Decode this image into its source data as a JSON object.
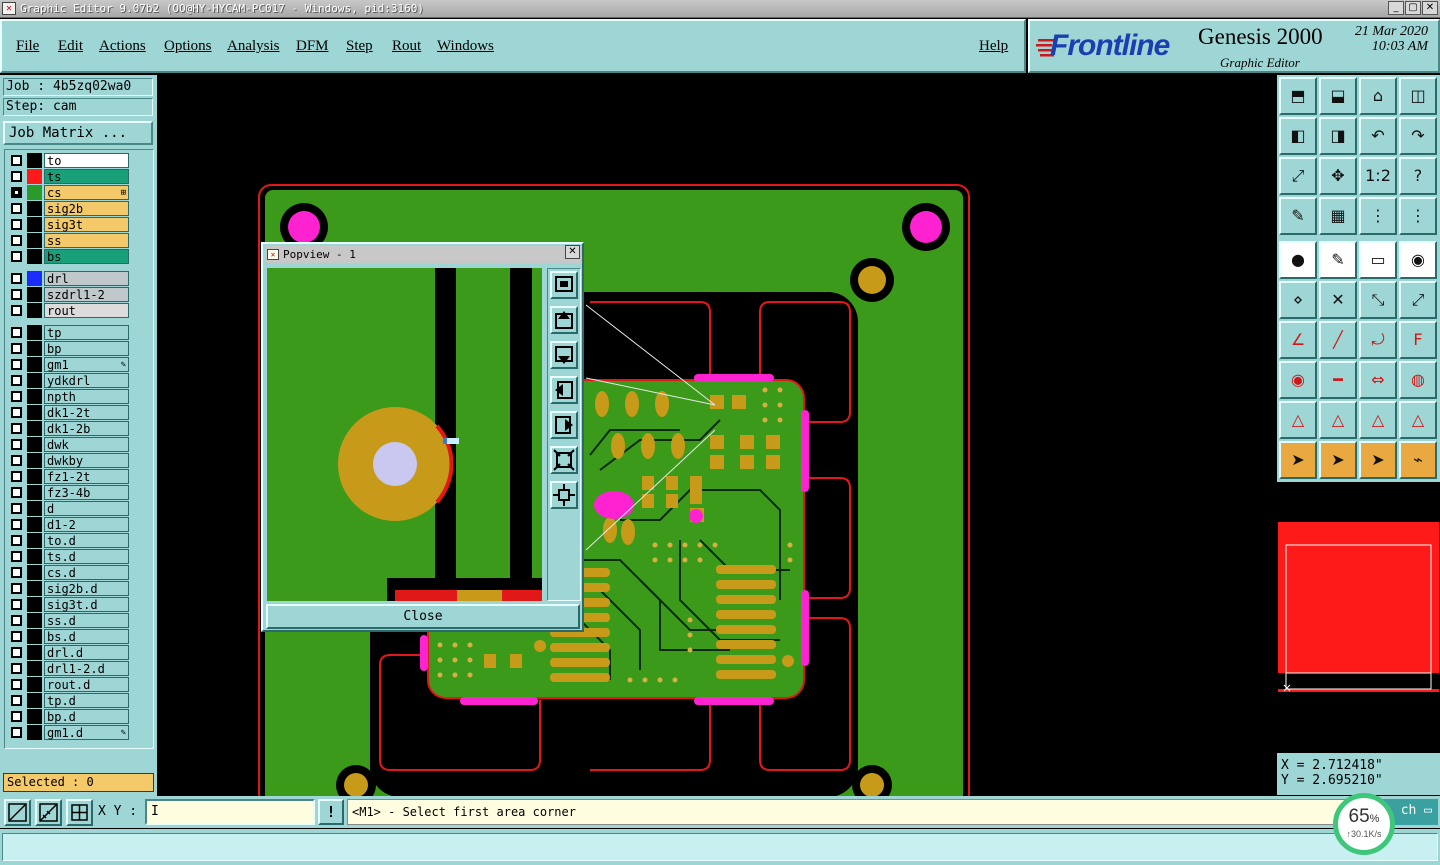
{
  "window": {
    "title": "Graphic Editor 9.07b2 (OO@HY-HYCAM-PC017 - Windows, pid:3160)",
    "controls": [
      "_",
      "▢",
      "✕"
    ]
  },
  "menu": {
    "items": [
      "File",
      "Edit",
      "Actions",
      "Options",
      "Analysis",
      "DFM",
      "Step",
      "Rout",
      "Windows"
    ],
    "help": "Help"
  },
  "brand": {
    "logo": "Frontline",
    "product": "Genesis 2000",
    "subtitle": "Graphic Editor",
    "date": "21 Mar 2020",
    "time": "10:03 AM"
  },
  "job": {
    "job_text": "Job : 4b5zq02wa0",
    "step_text": "Step: cam",
    "matrix_button": "Job Matrix ..."
  },
  "layers": [
    {
      "name": "to",
      "color": "#000000",
      "bg": "#ffffff",
      "checked": false
    },
    {
      "name": "ts",
      "color": "#ff1a1a",
      "bg": "#1aa079",
      "checked": false
    },
    {
      "name": "cs",
      "color": "#2a9a2a",
      "bg": "#f4c96a",
      "checked": true,
      "mark": "⊞"
    },
    {
      "name": "sig2b",
      "color": "#000000",
      "bg": "#f4c96a",
      "checked": false
    },
    {
      "name": "sig3t",
      "color": "#000000",
      "bg": "#f4c96a",
      "checked": false
    },
    {
      "name": "ss",
      "color": "#000000",
      "bg": "#f4c96a",
      "checked": false
    },
    {
      "name": "bs",
      "color": "#000000",
      "bg": "#1aa079",
      "checked": false
    },
    {
      "name": "drl",
      "color": "#1a2cff",
      "bg": "#c0c8cc",
      "checked": false
    },
    {
      "name": "szdrl1-2",
      "color": "#000000",
      "bg": "#c0c8cc",
      "checked": false
    },
    {
      "name": "rout",
      "color": "#000000",
      "bg": "#dcdcdc",
      "checked": false
    },
    {
      "name": "tp",
      "color": "#000000",
      "bg": "#9ed6d6",
      "checked": false
    },
    {
      "name": "bp",
      "color": "#000000",
      "bg": "#9ed6d6",
      "checked": false
    },
    {
      "name": "gm1",
      "color": "#000000",
      "bg": "#9ed6d6",
      "checked": false,
      "mark": "✎"
    },
    {
      "name": "ydkdrl",
      "color": "#000000",
      "bg": "#9ed6d6",
      "checked": false
    },
    {
      "name": "npth",
      "color": "#000000",
      "bg": "#9ed6d6",
      "checked": false
    },
    {
      "name": "dk1-2t",
      "color": "#000000",
      "bg": "#9ed6d6",
      "checked": false
    },
    {
      "name": "dk1-2b",
      "color": "#000000",
      "bg": "#9ed6d6",
      "checked": false
    },
    {
      "name": "dwk",
      "color": "#000000",
      "bg": "#9ed6d6",
      "checked": false
    },
    {
      "name": "dwkby",
      "color": "#000000",
      "bg": "#9ed6d6",
      "checked": false
    },
    {
      "name": "fz1-2t",
      "color": "#000000",
      "bg": "#9ed6d6",
      "checked": false
    },
    {
      "name": "fz3-4b",
      "color": "#000000",
      "bg": "#9ed6d6",
      "checked": false
    },
    {
      "name": "d",
      "color": "#000000",
      "bg": "#9ed6d6",
      "checked": false
    },
    {
      "name": "d1-2",
      "color": "#000000",
      "bg": "#9ed6d6",
      "checked": false
    },
    {
      "name": "to.d",
      "color": "#000000",
      "bg": "#9ed6d6",
      "checked": false
    },
    {
      "name": "ts.d",
      "color": "#000000",
      "bg": "#9ed6d6",
      "checked": false
    },
    {
      "name": "cs.d",
      "color": "#000000",
      "bg": "#9ed6d6",
      "checked": false
    },
    {
      "name": "sig2b.d",
      "color": "#000000",
      "bg": "#9ed6d6",
      "checked": false
    },
    {
      "name": "sig3t.d",
      "color": "#000000",
      "bg": "#9ed6d6",
      "checked": false
    },
    {
      "name": "ss.d",
      "color": "#000000",
      "bg": "#9ed6d6",
      "checked": false
    },
    {
      "name": "bs.d",
      "color": "#000000",
      "bg": "#9ed6d6",
      "checked": false
    },
    {
      "name": "drl.d",
      "color": "#000000",
      "bg": "#9ed6d6",
      "checked": false
    },
    {
      "name": "drl1-2.d",
      "color": "#000000",
      "bg": "#9ed6d6",
      "checked": false
    },
    {
      "name": "rout.d",
      "color": "#000000",
      "bg": "#9ed6d6",
      "checked": false
    },
    {
      "name": "tp.d",
      "color": "#000000",
      "bg": "#9ed6d6",
      "checked": false
    },
    {
      "name": "bp.d",
      "color": "#000000",
      "bg": "#9ed6d6",
      "checked": false
    },
    {
      "name": "gm1.d",
      "color": "#000000",
      "bg": "#9ed6d6",
      "checked": false,
      "mark": "✎"
    }
  ],
  "selected_text": "Selected : 0",
  "popview": {
    "title": "Popview - 1",
    "close_x": "✕",
    "close_button": "Close"
  },
  "coords": {
    "x_text": "X = 2.712418\"",
    "y_text": "Y = 2.695210\""
  },
  "bottom": {
    "xy_label": "X Y :",
    "xy_value": "I",
    "warn": "!",
    "prompt": "<M1> - Select first area corner",
    "mode": "ch ▭"
  },
  "net": {
    "percent": "65",
    "percent_unit": "%",
    "speed": "↑30.1K/s"
  },
  "colors": {
    "panel": "#9ed6d6",
    "board_green": "#3c9a1a",
    "trace_red": "#e01818",
    "pad_gold": "#c89a1a",
    "pad_magenta": "#ff22d0",
    "selected_bg": "#f4c96a"
  }
}
